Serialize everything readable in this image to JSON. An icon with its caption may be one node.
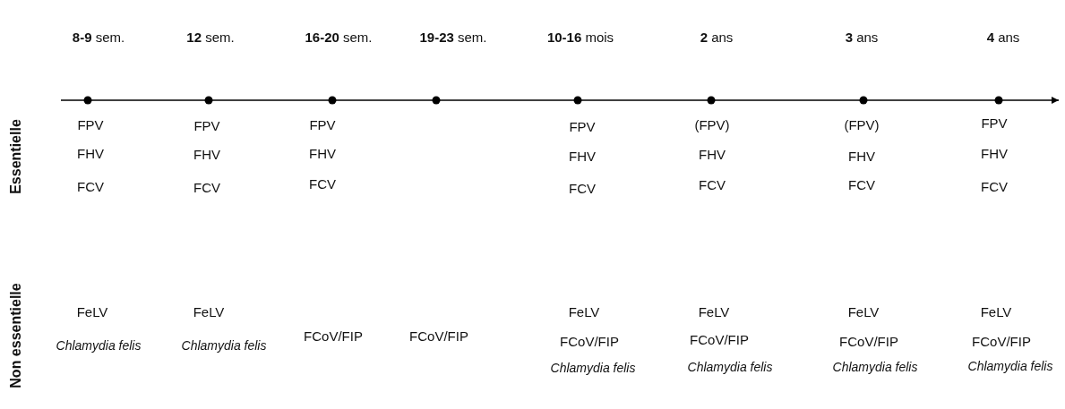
{
  "diagram": {
    "labels": [
      "**8-9** sem.",
      "**12** sem.",
      "**16-20** sem.",
      "**19-23** sem.",
      "**10-16** mois",
      "**2** ans",
      "**3** ans",
      "**4** ans",
      "Essentielle",
      "FPV",
      "FPV",
      "FPV",
      "FPV",
      "(FPV)",
      "(FPV)",
      "FPV",
      "FHV",
      "FHV",
      "FHV",
      "FHV",
      "FHV",
      "FHV",
      "FHV",
      "FCV",
      "FCV",
      "FCV",
      "FCV",
      "FCV",
      "FCV",
      "FCV",
      "Non essentielle",
      "FeLV",
      "FeLV",
      "FeLV",
      "FeLV",
      "FeLV",
      "FeLV",
      "Chlamydia felis",
      "Chlamydia felis",
      "FCoV/FIP",
      "FCoV/FIP",
      "FCoV/FIP",
      "FCoV/FIP",
      "FCoV/FIP",
      "FCoV/FIP",
      "Chlamydia felis",
      "Chlamydia felis",
      "Chlamydia felis",
      "Chlamydia felis"
    ]
  }
}
